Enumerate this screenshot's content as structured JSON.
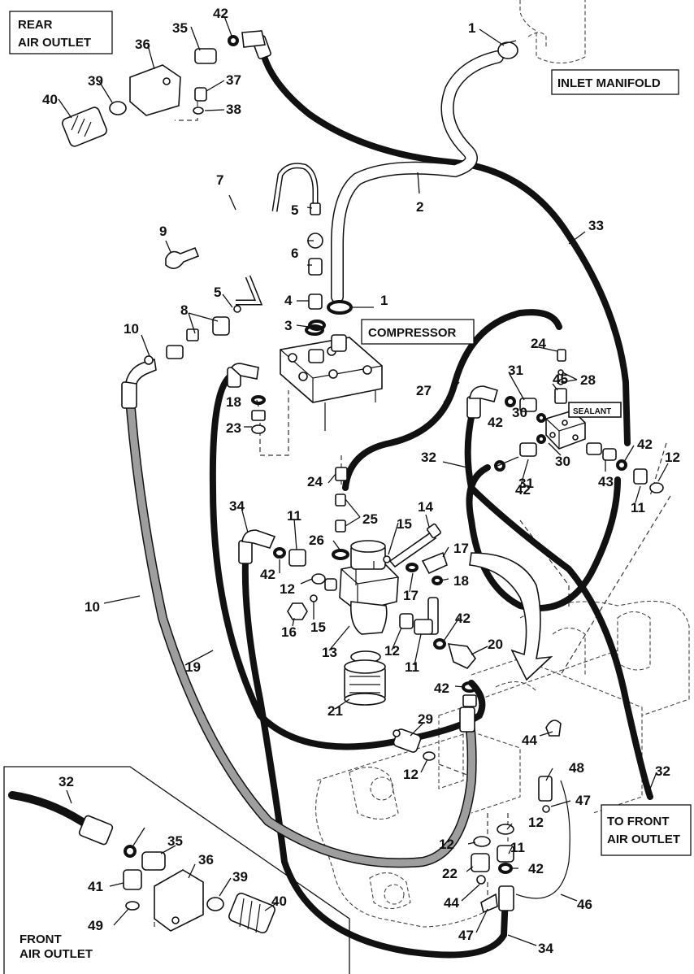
{
  "labels": {
    "rear_air_outlet_line1": "REAR",
    "rear_air_outlet_line2": "AIR OUTLET",
    "inlet_manifold": "INLET MANIFOLD",
    "compressor": "COMPRESSOR",
    "sealant": "SEALANT",
    "to_front_line1": "TO FRONT",
    "to_front_line2": "AIR OUTLET",
    "front_air_outlet_line1": "FRONT",
    "front_air_outlet_line2": "AIR OUTLET"
  },
  "callouts": {
    "c1a": "1",
    "c1b": "1",
    "c2": "2",
    "c3": "3",
    "c4": "4",
    "c5a": "5",
    "c5b": "5",
    "c6": "6",
    "c7": "7",
    "c8": "8",
    "c9": "9",
    "c10a": "10",
    "c10b": "10",
    "c11a": "11",
    "c11b": "11",
    "c11c": "11",
    "c11d": "11",
    "c12a": "12",
    "c12b": "12",
    "c12c": "12",
    "c12d": "12",
    "c12e": "12",
    "c12f": "12",
    "c13": "13",
    "c14": "14",
    "c15a": "15",
    "c15b": "15",
    "c16": "16",
    "c17a": "17",
    "c17b": "17",
    "c18a": "18",
    "c18b": "18",
    "c19": "19",
    "c20": "20",
    "c21": "21",
    "c22": "22",
    "c23": "23",
    "c24a": "24",
    "c24b": "24",
    "c25": "25",
    "c26": "26",
    "c27": "27",
    "c28": "28",
    "c29": "29",
    "c30a": "30",
    "c30b": "30",
    "c31a": "31",
    "c31b": "31",
    "c32a": "32",
    "c32b": "32",
    "c32c": "32",
    "c33": "33",
    "c34a": "34",
    "c34b": "34",
    "c35a": "35",
    "c35b": "35",
    "c36a": "36",
    "c36b": "36",
    "c37": "37",
    "c38": "38",
    "c39a": "39",
    "c39b": "39",
    "c40a": "40",
    "c40b": "40",
    "c41": "41",
    "c42a": "42",
    "c42b": "42",
    "c42c": "42",
    "c42d": "42",
    "c42e": "42",
    "c42f": "42",
    "c42g": "42",
    "c42h": "42",
    "c43": "43",
    "c44a": "44",
    "c44b": "44",
    "c45": "45",
    "c46": "46",
    "c47a": "47",
    "c47b": "47",
    "c48": "48",
    "c49": "49"
  }
}
